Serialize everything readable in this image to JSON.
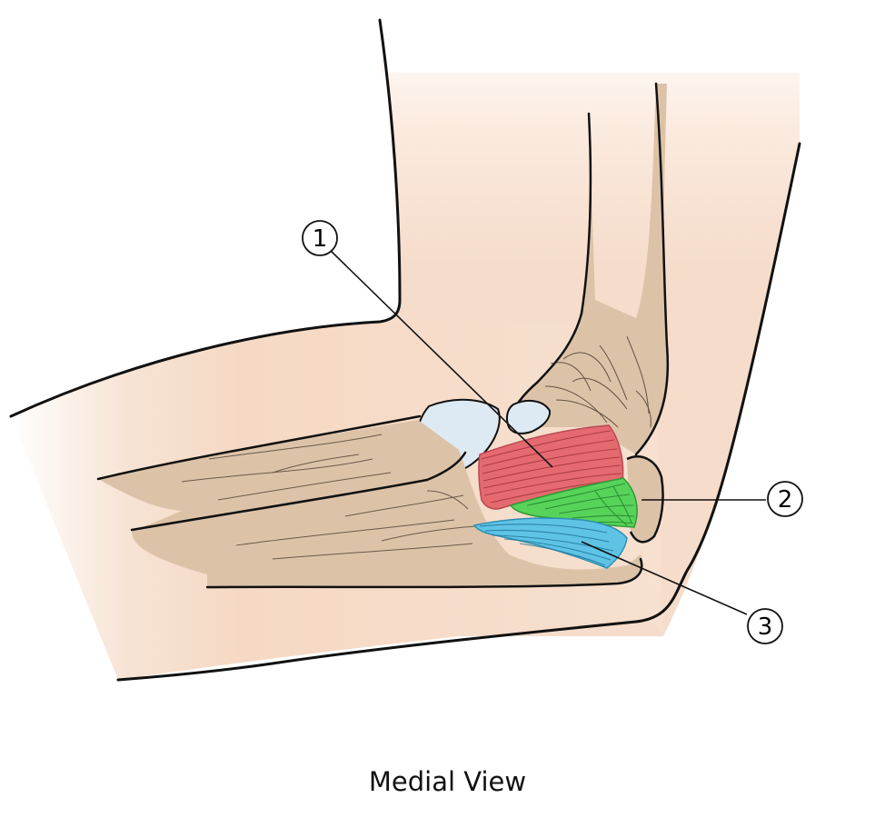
{
  "figure": {
    "caption": "Medial View",
    "callouts": [
      {
        "number": "1"
      },
      {
        "number": "2"
      },
      {
        "number": "3"
      }
    ],
    "colors": {
      "skin": "#f6dcc8",
      "bone": "#dcc3a8",
      "cartilage": "#dde9f3",
      "ligament_1": "#e56a70",
      "ligament_2": "#57d35a",
      "ligament_3": "#5fc3e6",
      "outline": "#111111"
    }
  }
}
